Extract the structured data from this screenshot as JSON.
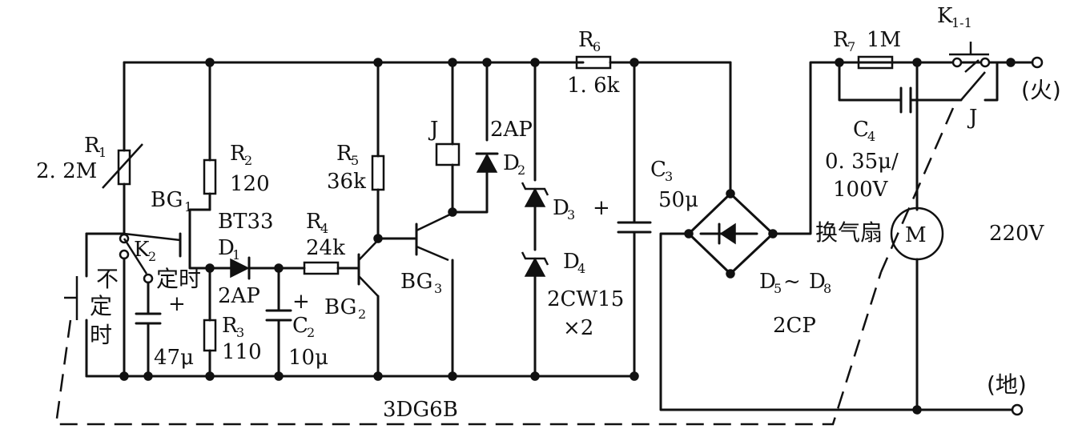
{
  "labels": {
    "r1": "R",
    "r1_sub": "1",
    "r1_val": "2. 2M",
    "r2": "R",
    "r2_sub": "2",
    "r2_val": "120",
    "r3": "R",
    "r3_sub": "3",
    "r3_val": "110",
    "r4": "R",
    "r4_sub": "4",
    "r4_val": "24k",
    "r5": "R",
    "r5_sub": "5",
    "r5_val": "36k",
    "r6": "R",
    "r6_sub": "6",
    "r6_val": "1. 6k",
    "r7": "R",
    "r7_sub": "7",
    "r7_val": "1M",
    "bg1": "BG",
    "bg1_sub": "1",
    "bg1_type": "BT33",
    "bg2": "BG",
    "bg2_sub": "2",
    "bg3": "BG",
    "bg3_sub": "3",
    "bg_type": "3DG6B",
    "k2": "K",
    "k2_sub": "2",
    "d1": "D",
    "d1_sub": "1",
    "d1_type": "2AP",
    "d2": "D",
    "d2_sub": "2",
    "d2_type": "2AP",
    "d3": "D",
    "d3_sub": "3",
    "d4": "D",
    "d4_sub": "4",
    "zener_type": "2CW15",
    "zener_qty": "×2",
    "c1_val": "47μ",
    "c2": "C",
    "c2_sub": "2",
    "c2_val": "10μ",
    "c3": "C",
    "c3_sub": "3",
    "c3_val": "50μ",
    "c4": "C",
    "c4_sub": "4",
    "c4_val1": "0. 35μ/",
    "c4_val2": "100V",
    "bridge": "D",
    "bridge_sub": "5",
    "bridge_tilde": "~",
    "bridge_end": "D",
    "bridge_end_sub": "8",
    "bridge_type": "2CP",
    "relay": "J",
    "relay_contact": "J",
    "k11": "K",
    "k11_sub": "1-1",
    "motor": "M",
    "fan": "换气扇",
    "voltage": "220V",
    "live": "(火)",
    "ground": "(地)",
    "sw_untimed_1": "不",
    "sw_untimed_2": "定",
    "sw_untimed_3": "时",
    "sw_timed": "定时",
    "plus": "+"
  }
}
